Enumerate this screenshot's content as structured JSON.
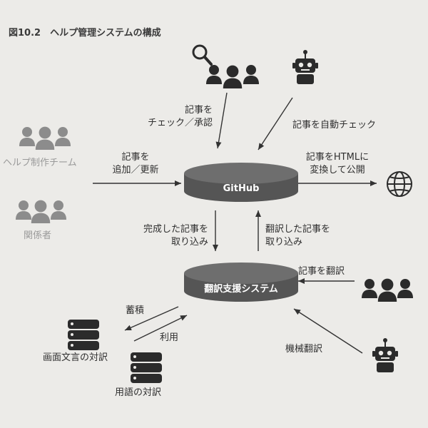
{
  "figure_title": "図10.2　ヘルプ管理システムの構成",
  "nodes": {
    "github": "GitHub",
    "translation_system": "翻訳支援システム",
    "help_team": "ヘルプ制作チーム",
    "stakeholders": "関係者",
    "screen_text_pairs": "画面文言の対訳",
    "term_pairs": "用語の対訳"
  },
  "edges": {
    "check_approve": "記事を\nチェック／承認",
    "auto_check": "記事を自動チェック",
    "add_update": "記事を\n追加／更新",
    "publish_html": "記事をHTMLに\n変換して公開",
    "import_completed": "完成した記事を\n取り込み",
    "import_translated": "翻訳した記事を\n取り込み",
    "translate_articles": "記事を翻訳",
    "accumulate": "蓄積",
    "use": "利用",
    "machine_translation": "機械翻訳"
  },
  "colors": {
    "background": "#ecebe8",
    "dark_icon": "#2b2b2b",
    "gray_icon": "#8c8c8c",
    "cylinder_fill": "#555555",
    "cylinder_top": "#6e6e6e"
  }
}
